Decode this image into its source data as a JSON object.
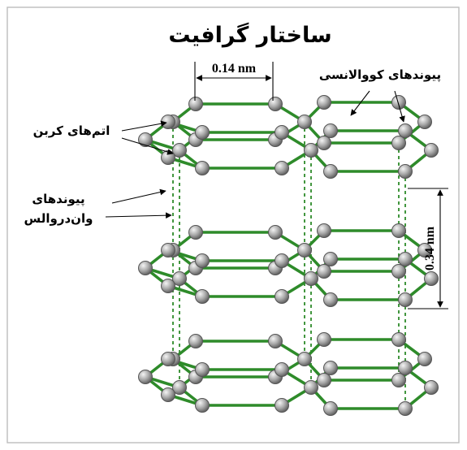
{
  "figure": {
    "title": "ساختار گرافیت",
    "labels": {
      "carbon_atoms": "اتم‌های کربن",
      "covalent_bonds": "پیوندهای کووالانسی",
      "vdw_line1": "پیوندهای",
      "vdw_line2": "وان‌دروالس",
      "bond_length": "0.14 nm",
      "layer_spacing": "0.34 nm"
    },
    "colors": {
      "bond": "#2e8b2a",
      "atom_light": "#f0f0f0",
      "atom_dark": "#6f6f6f",
      "border": "#bdbdbd"
    }
  }
}
